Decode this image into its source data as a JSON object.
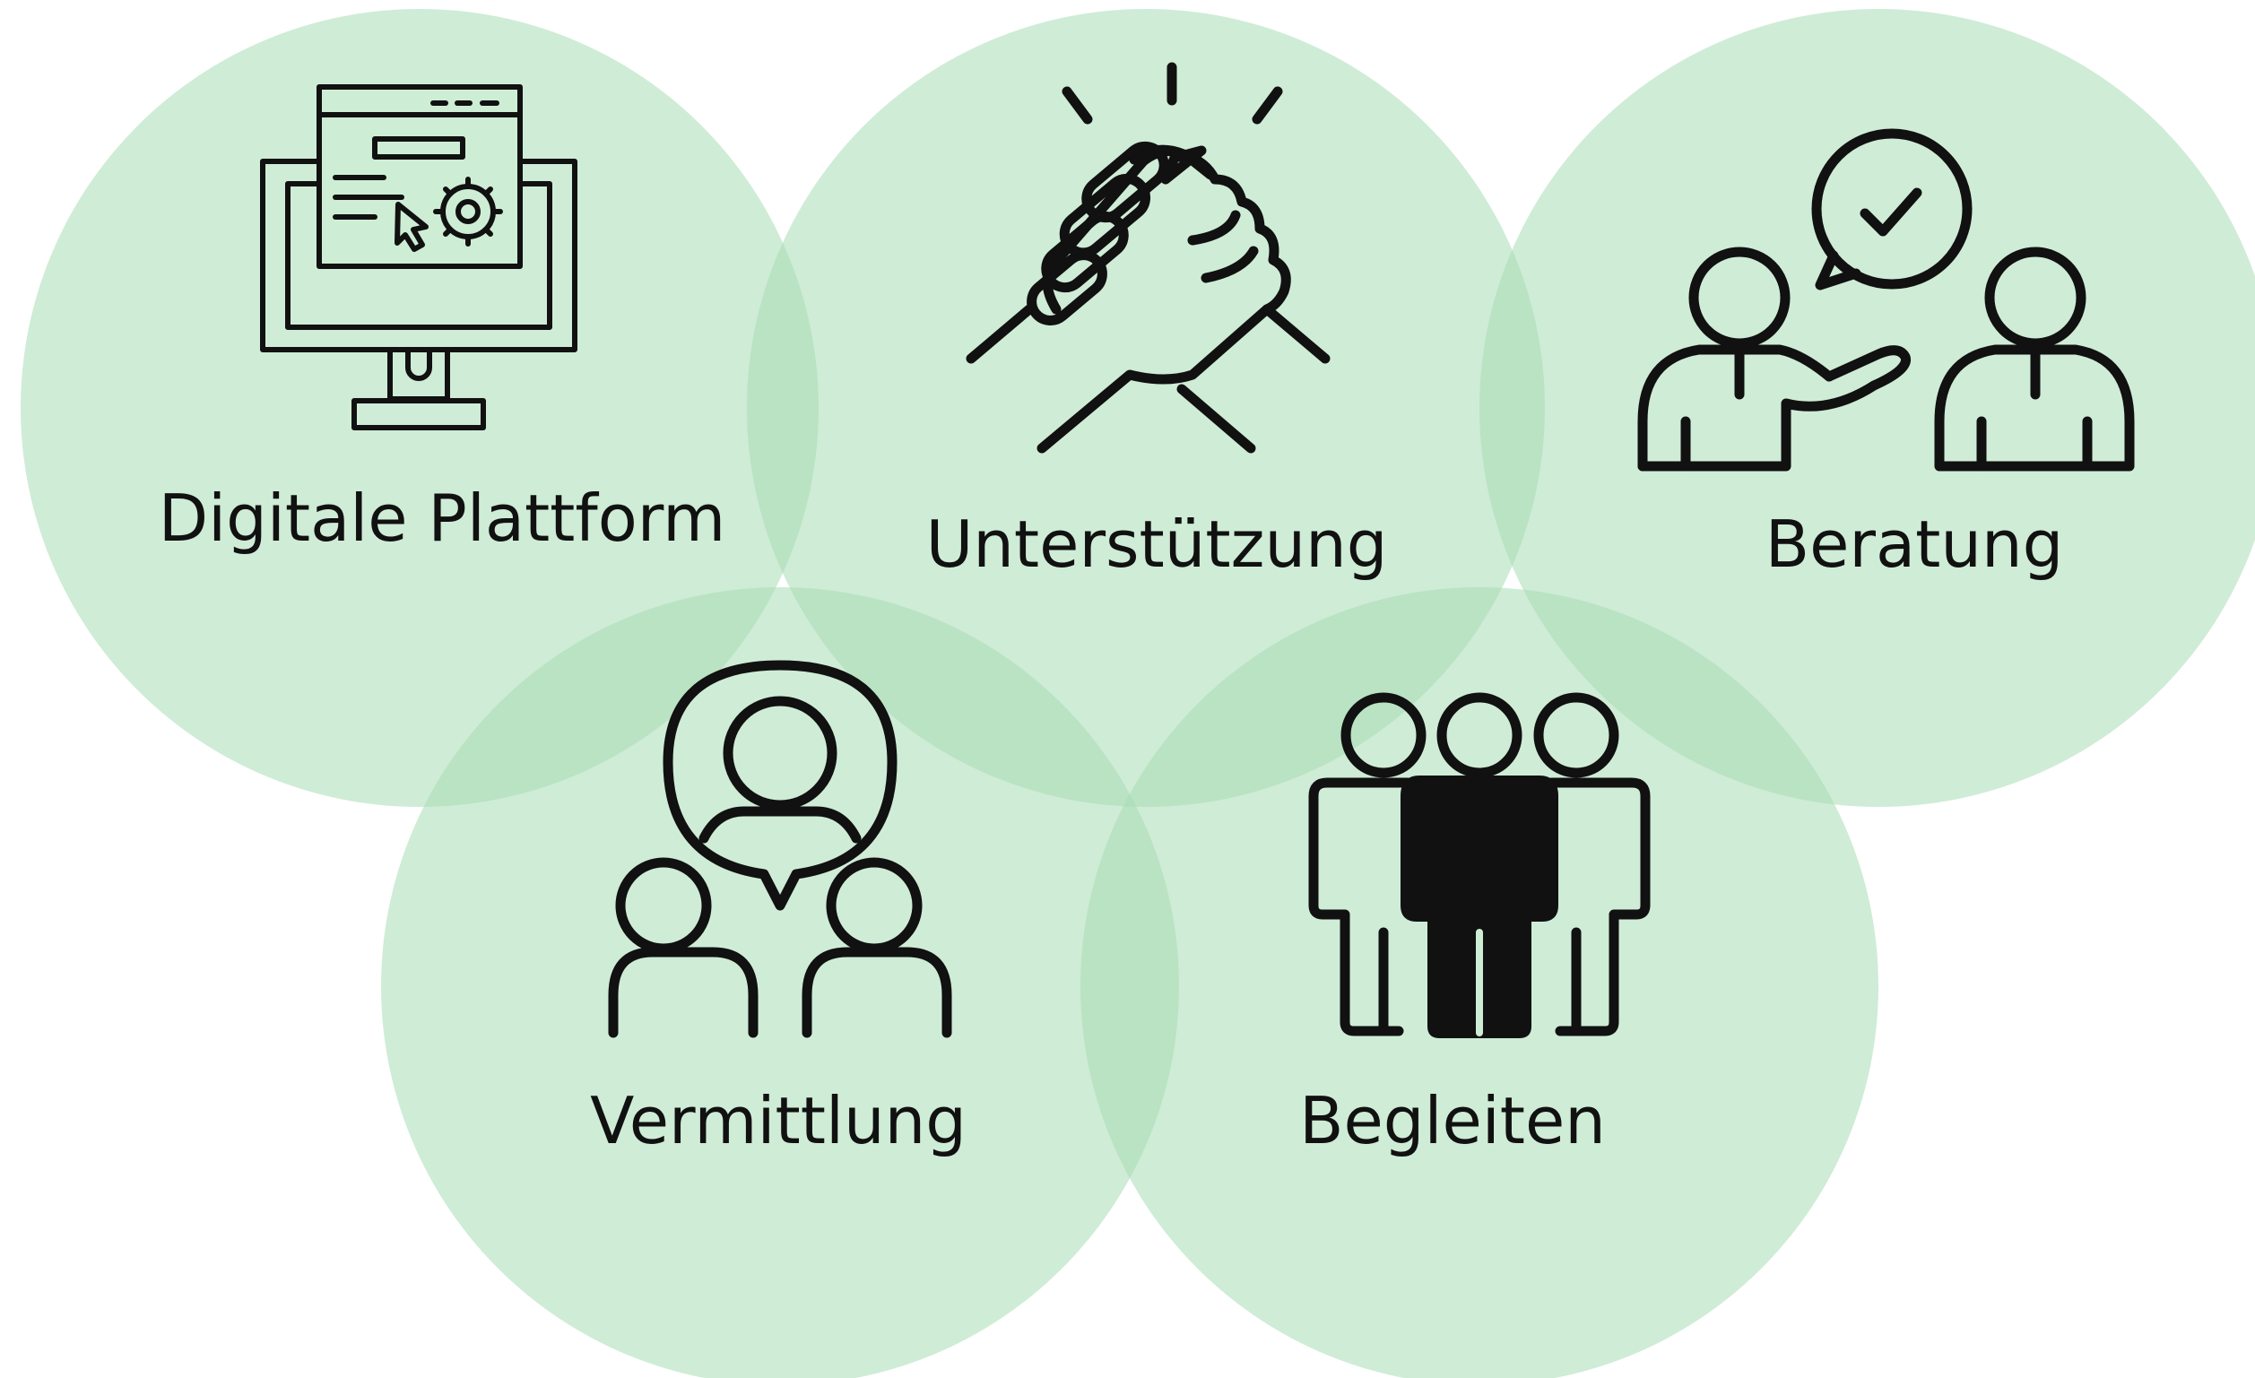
{
  "diagram": {
    "accent_color": "#a8dcb4",
    "items": [
      {
        "label": "Digitale Plattform",
        "icon": "computer-settings-icon"
      },
      {
        "label": "Unterstützung",
        "icon": "handshake-icon"
      },
      {
        "label": "Beratung",
        "icon": "consultation-icon"
      },
      {
        "label": "Vermittlung",
        "icon": "mediation-icon"
      },
      {
        "label": "Begleiten",
        "icon": "group-icon"
      }
    ]
  }
}
